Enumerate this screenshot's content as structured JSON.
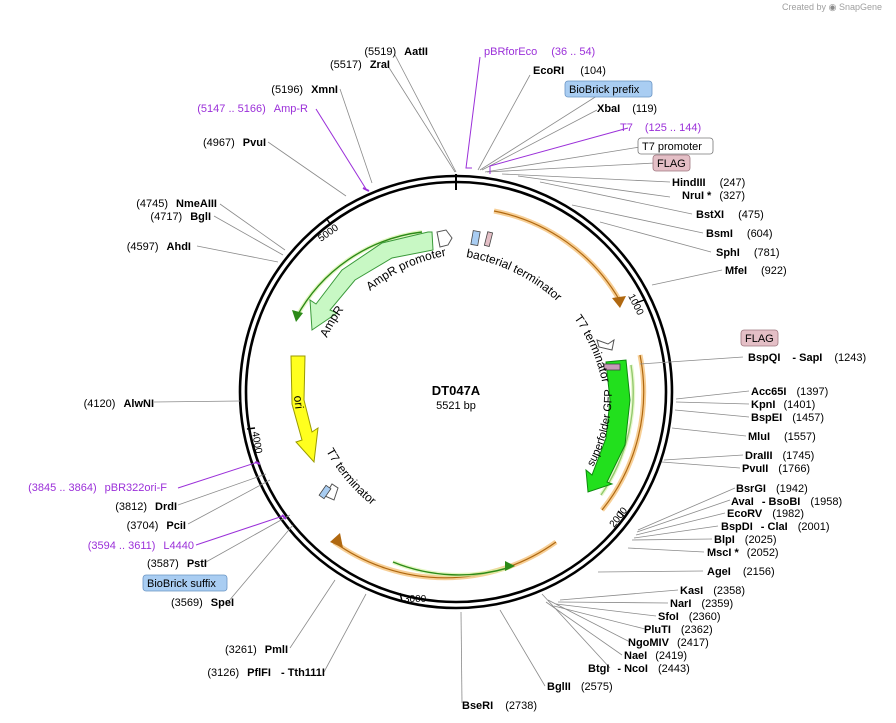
{
  "credit": {
    "text": "Created by",
    "brand": "SnapGene"
  },
  "plasmid": {
    "name": "DT047A",
    "size_label": "5521 bp"
  },
  "ticks": [
    {
      "label": "1000"
    },
    {
      "label": "2000"
    },
    {
      "label": "3000"
    },
    {
      "label": "4000"
    },
    {
      "label": "5000"
    }
  ],
  "sites": [
    {
      "name": "AatII",
      "pos": "(5519)"
    },
    {
      "name": "ZraI",
      "pos": "(5517)"
    },
    {
      "name": "EcoRI",
      "pos": "(104)"
    },
    {
      "name": "XbaI",
      "pos": "(119)"
    },
    {
      "name": "HindIII",
      "pos": "(247)"
    },
    {
      "name": "NruI *",
      "pos": "(327)"
    },
    {
      "name": "BstXI",
      "pos": "(475)"
    },
    {
      "name": "BsmI",
      "pos": "(604)"
    },
    {
      "name": "SphI",
      "pos": "(781)"
    },
    {
      "name": "MfeI",
      "pos": "(922)"
    },
    {
      "name": "BspQI",
      "sep": "- SapI",
      "pos": "(1243)"
    },
    {
      "name": "Acc65I",
      "pos": "(1397)"
    },
    {
      "name": "KpnI",
      "pos": "(1401)"
    },
    {
      "name": "BspEI",
      "pos": "(1457)"
    },
    {
      "name": "MluI",
      "pos": "(1557)"
    },
    {
      "name": "DraIII",
      "pos": "(1745)"
    },
    {
      "name": "PvuII",
      "pos": "(1766)"
    },
    {
      "name": "BsrGI",
      "pos": "(1942)"
    },
    {
      "name": "AvaI",
      "sep": "- BsoBI",
      "pos": "(1958)"
    },
    {
      "name": "EcoRV",
      "pos": "(1982)"
    },
    {
      "name": "BspDI",
      "sep": "- ClaI",
      "pos": "(2001)"
    },
    {
      "name": "BlpI",
      "pos": "(2025)"
    },
    {
      "name": "MscI *",
      "pos": "(2052)"
    },
    {
      "name": "AgeI",
      "pos": "(2156)"
    },
    {
      "name": "KasI",
      "pos": "(2358)"
    },
    {
      "name": "NarI",
      "pos": "(2359)"
    },
    {
      "name": "SfoI",
      "pos": "(2360)"
    },
    {
      "name": "PluTI",
      "pos": "(2362)"
    },
    {
      "name": "NgoMIV",
      "pos": "(2417)"
    },
    {
      "name": "NaeI",
      "pos": "(2419)"
    },
    {
      "name": "BtgI",
      "sep": "- NcoI",
      "pos": "(2443)"
    },
    {
      "name": "BglII",
      "pos": "(2575)"
    },
    {
      "name": "BseRI",
      "pos": "(2738)"
    },
    {
      "name": "PflFI",
      "sep": "- Tth111I",
      "pos": "(3126)"
    },
    {
      "name": "PmlI",
      "pos": "(3261)"
    },
    {
      "name": "SpeI",
      "pos": "(3569)"
    },
    {
      "name": "PstI",
      "pos": "(3587)"
    },
    {
      "name": "PciI",
      "pos": "(3704)"
    },
    {
      "name": "DrdI",
      "pos": "(3812)"
    },
    {
      "name": "AlwNI",
      "pos": "(4120)"
    },
    {
      "name": "AhdI",
      "pos": "(4597)"
    },
    {
      "name": "BglI",
      "pos": "(4717)"
    },
    {
      "name": "NmeAIII",
      "pos": "(4745)"
    },
    {
      "name": "PvuI",
      "pos": "(4967)"
    },
    {
      "name": "XmnI",
      "pos": "(5196)"
    }
  ],
  "primers": [
    {
      "name": "pBRforEco",
      "range": "(36 .. 54)"
    },
    {
      "name": "T7",
      "range": "(125 .. 144)"
    },
    {
      "name": "Amp-R",
      "range": "(5147 .. 5166)"
    },
    {
      "name": "pBR322ori-F",
      "range": "(3845 .. 3864)"
    },
    {
      "name": "L4440",
      "range": "(3594 .. 3611)"
    }
  ],
  "callouts": [
    {
      "text": "BioBrick prefix",
      "color": "#a9cdf2"
    },
    {
      "text": "T7 promoter",
      "color": "#ffffff"
    },
    {
      "text": "FLAG",
      "color": "#e4bfc6"
    },
    {
      "text": "FLAG",
      "color": "#e4bfc6"
    },
    {
      "text": "BioBrick suffix",
      "color": "#a9cdf2"
    }
  ],
  "features": [
    {
      "label": "bacterial terminator"
    },
    {
      "label": "T7 terminator"
    },
    {
      "label": "superfolder GFP",
      "color": "#22e01d"
    },
    {
      "label": "AmpR promoter",
      "color": "#ffffff"
    },
    {
      "label": "AmpR",
      "color": "#c8f8c4"
    },
    {
      "label": "ori",
      "color": "#ffff1e"
    },
    {
      "label": "T7 terminator"
    }
  ],
  "colors": {
    "primer": "#9b30d9",
    "orf_arc": "#f0a840",
    "orf_inner": "#2c8a18",
    "backbone": "#000000"
  }
}
